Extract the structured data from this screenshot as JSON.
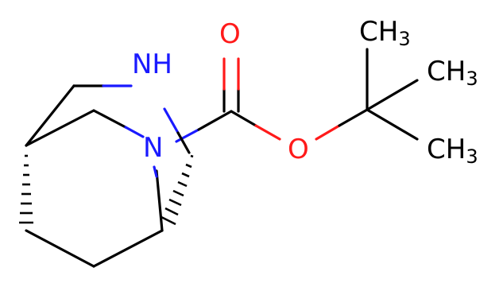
{
  "molecule": {
    "atoms": {
      "nh": "NH",
      "n_bridge": "N",
      "o_carbonyl": "O",
      "o_ester": "O",
      "methyl_top": {
        "symbol": "CH",
        "sub": "3"
      },
      "methyl_mid": {
        "symbol": "CH",
        "sub": "3"
      },
      "methyl_bot": {
        "symbol": "CH",
        "sub": "3"
      }
    }
  },
  "colors": {
    "nitrogen": "#1a1aff",
    "oxygen": "#ff1a1a",
    "carbon": "#000000",
    "background": "#ffffff"
  }
}
